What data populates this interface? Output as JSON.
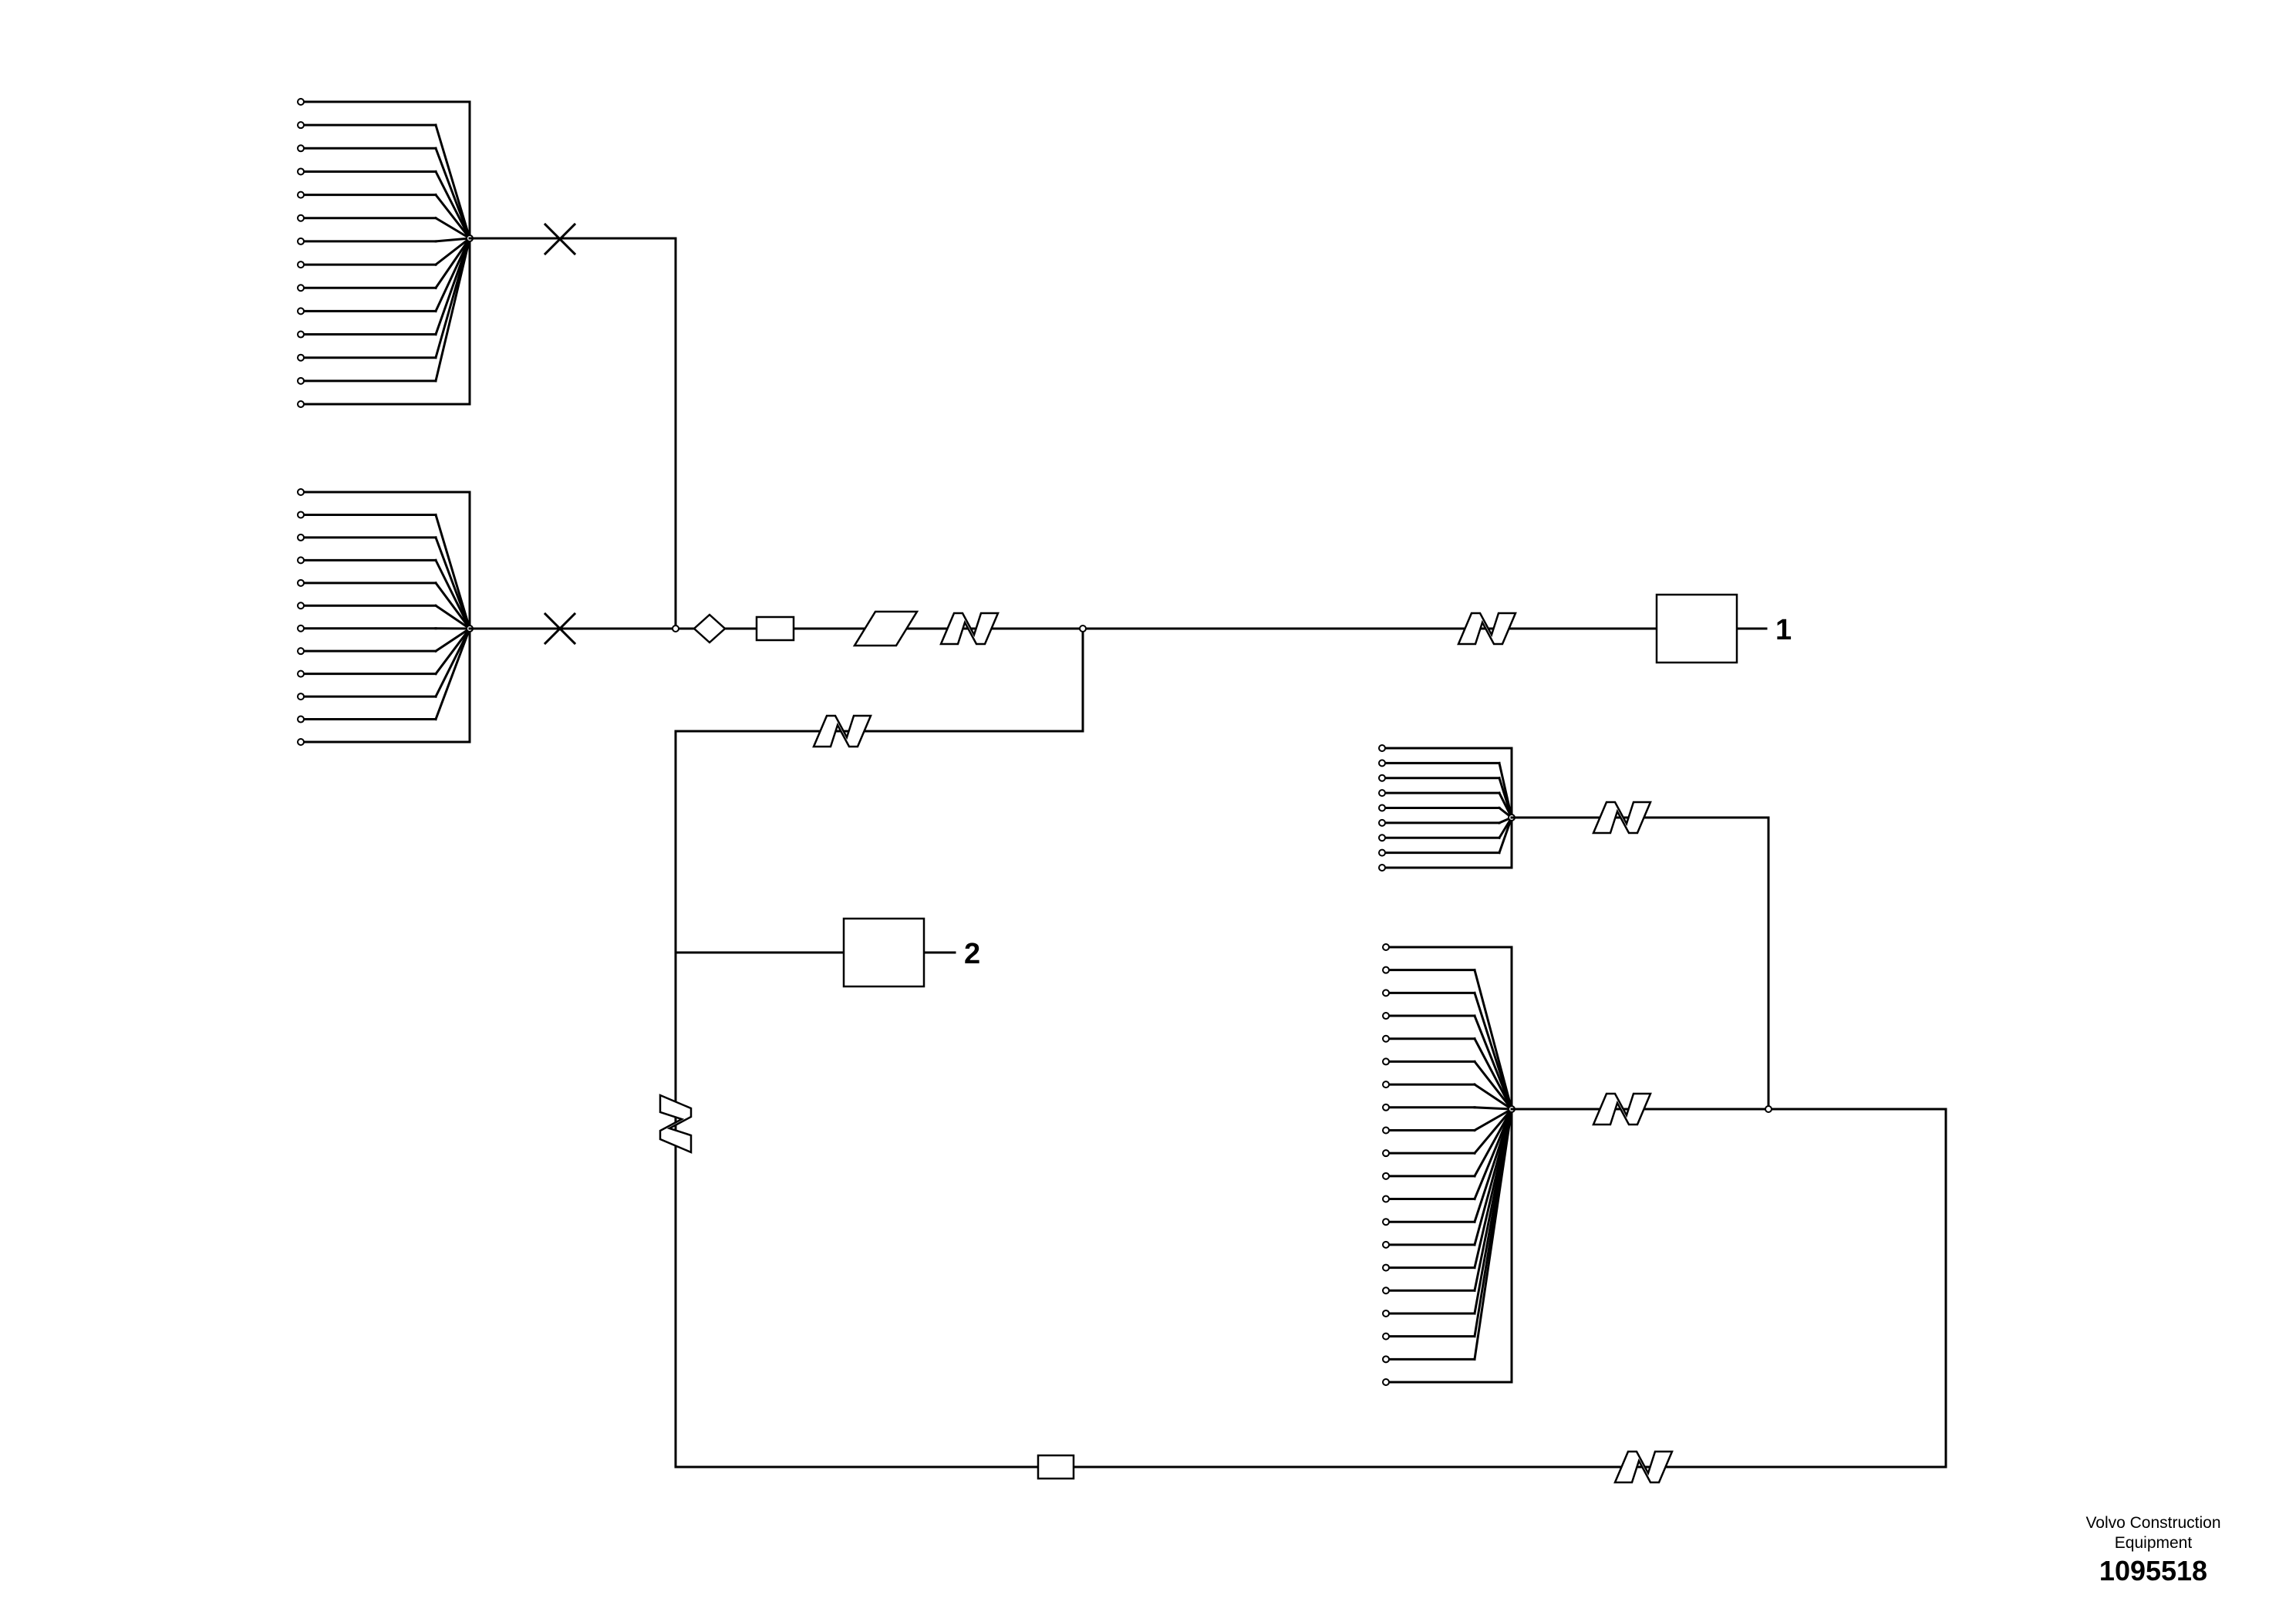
{
  "callouts": [
    {
      "id": "1",
      "label": "1"
    },
    {
      "id": "2",
      "label": "2"
    }
  ],
  "branding": {
    "company": "Volvo Construction Equipment",
    "drawing_number": "1095518"
  }
}
